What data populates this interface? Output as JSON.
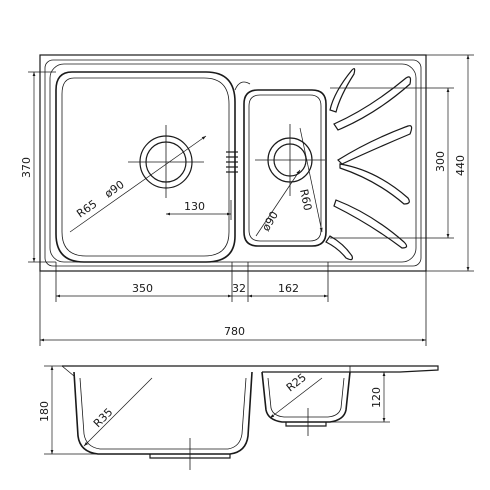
{
  "dimensions": {
    "overall_width": "780",
    "overall_depth": "440",
    "large_bowl_width": "350",
    "bowl_gap": "32",
    "small_bowl_width": "162",
    "bowl_depth": "370",
    "drainer_depth": "300",
    "drain_offset": "130",
    "large_drain_dia": "ø90",
    "small_drain_dia": "ø90",
    "large_corner_radius": "R65",
    "small_corner_radius": "R60",
    "section_radius_large": "R35",
    "section_radius_small": "R25",
    "large_bowl_height": "180",
    "small_bowl_height": "120"
  }
}
